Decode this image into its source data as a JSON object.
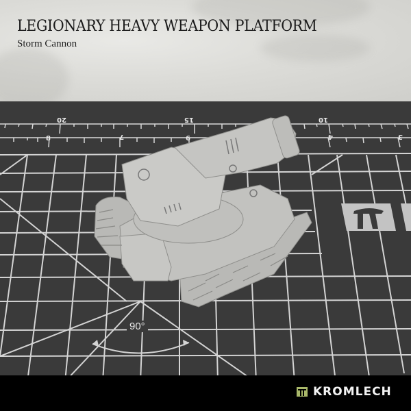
{
  "header": {
    "title": "LEGIONARY HEAVY WEAPON PLATFORM",
    "subtitle": "Storm Cannon"
  },
  "cutting_mat": {
    "ruler_cm_labels": [
      "20",
      "15",
      "10"
    ],
    "ruler_inch_labels": [
      "8",
      "7",
      "6",
      "4",
      "3"
    ],
    "angle_label": "90°"
  },
  "product": {
    "name": "heavy weapon platform miniature",
    "color": "#b9b9b6"
  },
  "footer": {
    "brand": "KROMLECH",
    "brand_color": "#a9b86a"
  }
}
